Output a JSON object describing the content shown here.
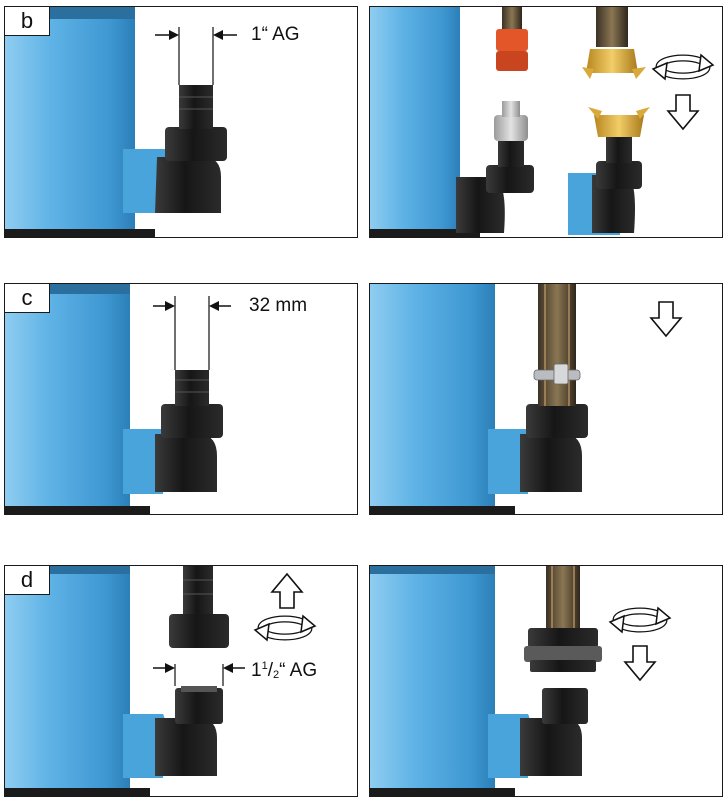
{
  "steps": {
    "b": {
      "label": "b",
      "dimension": "1“ AG"
    },
    "c": {
      "label": "c",
      "dimension": "32 mm"
    },
    "d": {
      "label": "d",
      "dimension_num": "1",
      "dimension_frac_top": "1",
      "dimension_frac_bottom": "2",
      "dimension_unit": "“ AG"
    }
  },
  "colors": {
    "pump_blue": "#5fb3e6",
    "pump_light": "#9ad3f3",
    "fitting_black": "#1e1e1e",
    "hose": "#6b5a40",
    "coupling_orange": "#e2562a",
    "coupling_brass": "#e3b64a",
    "coupling_grey": "#c9c9c9"
  },
  "icons": [
    "rotate-arrow-icon",
    "down-arrow-icon",
    "up-arrow-icon"
  ]
}
